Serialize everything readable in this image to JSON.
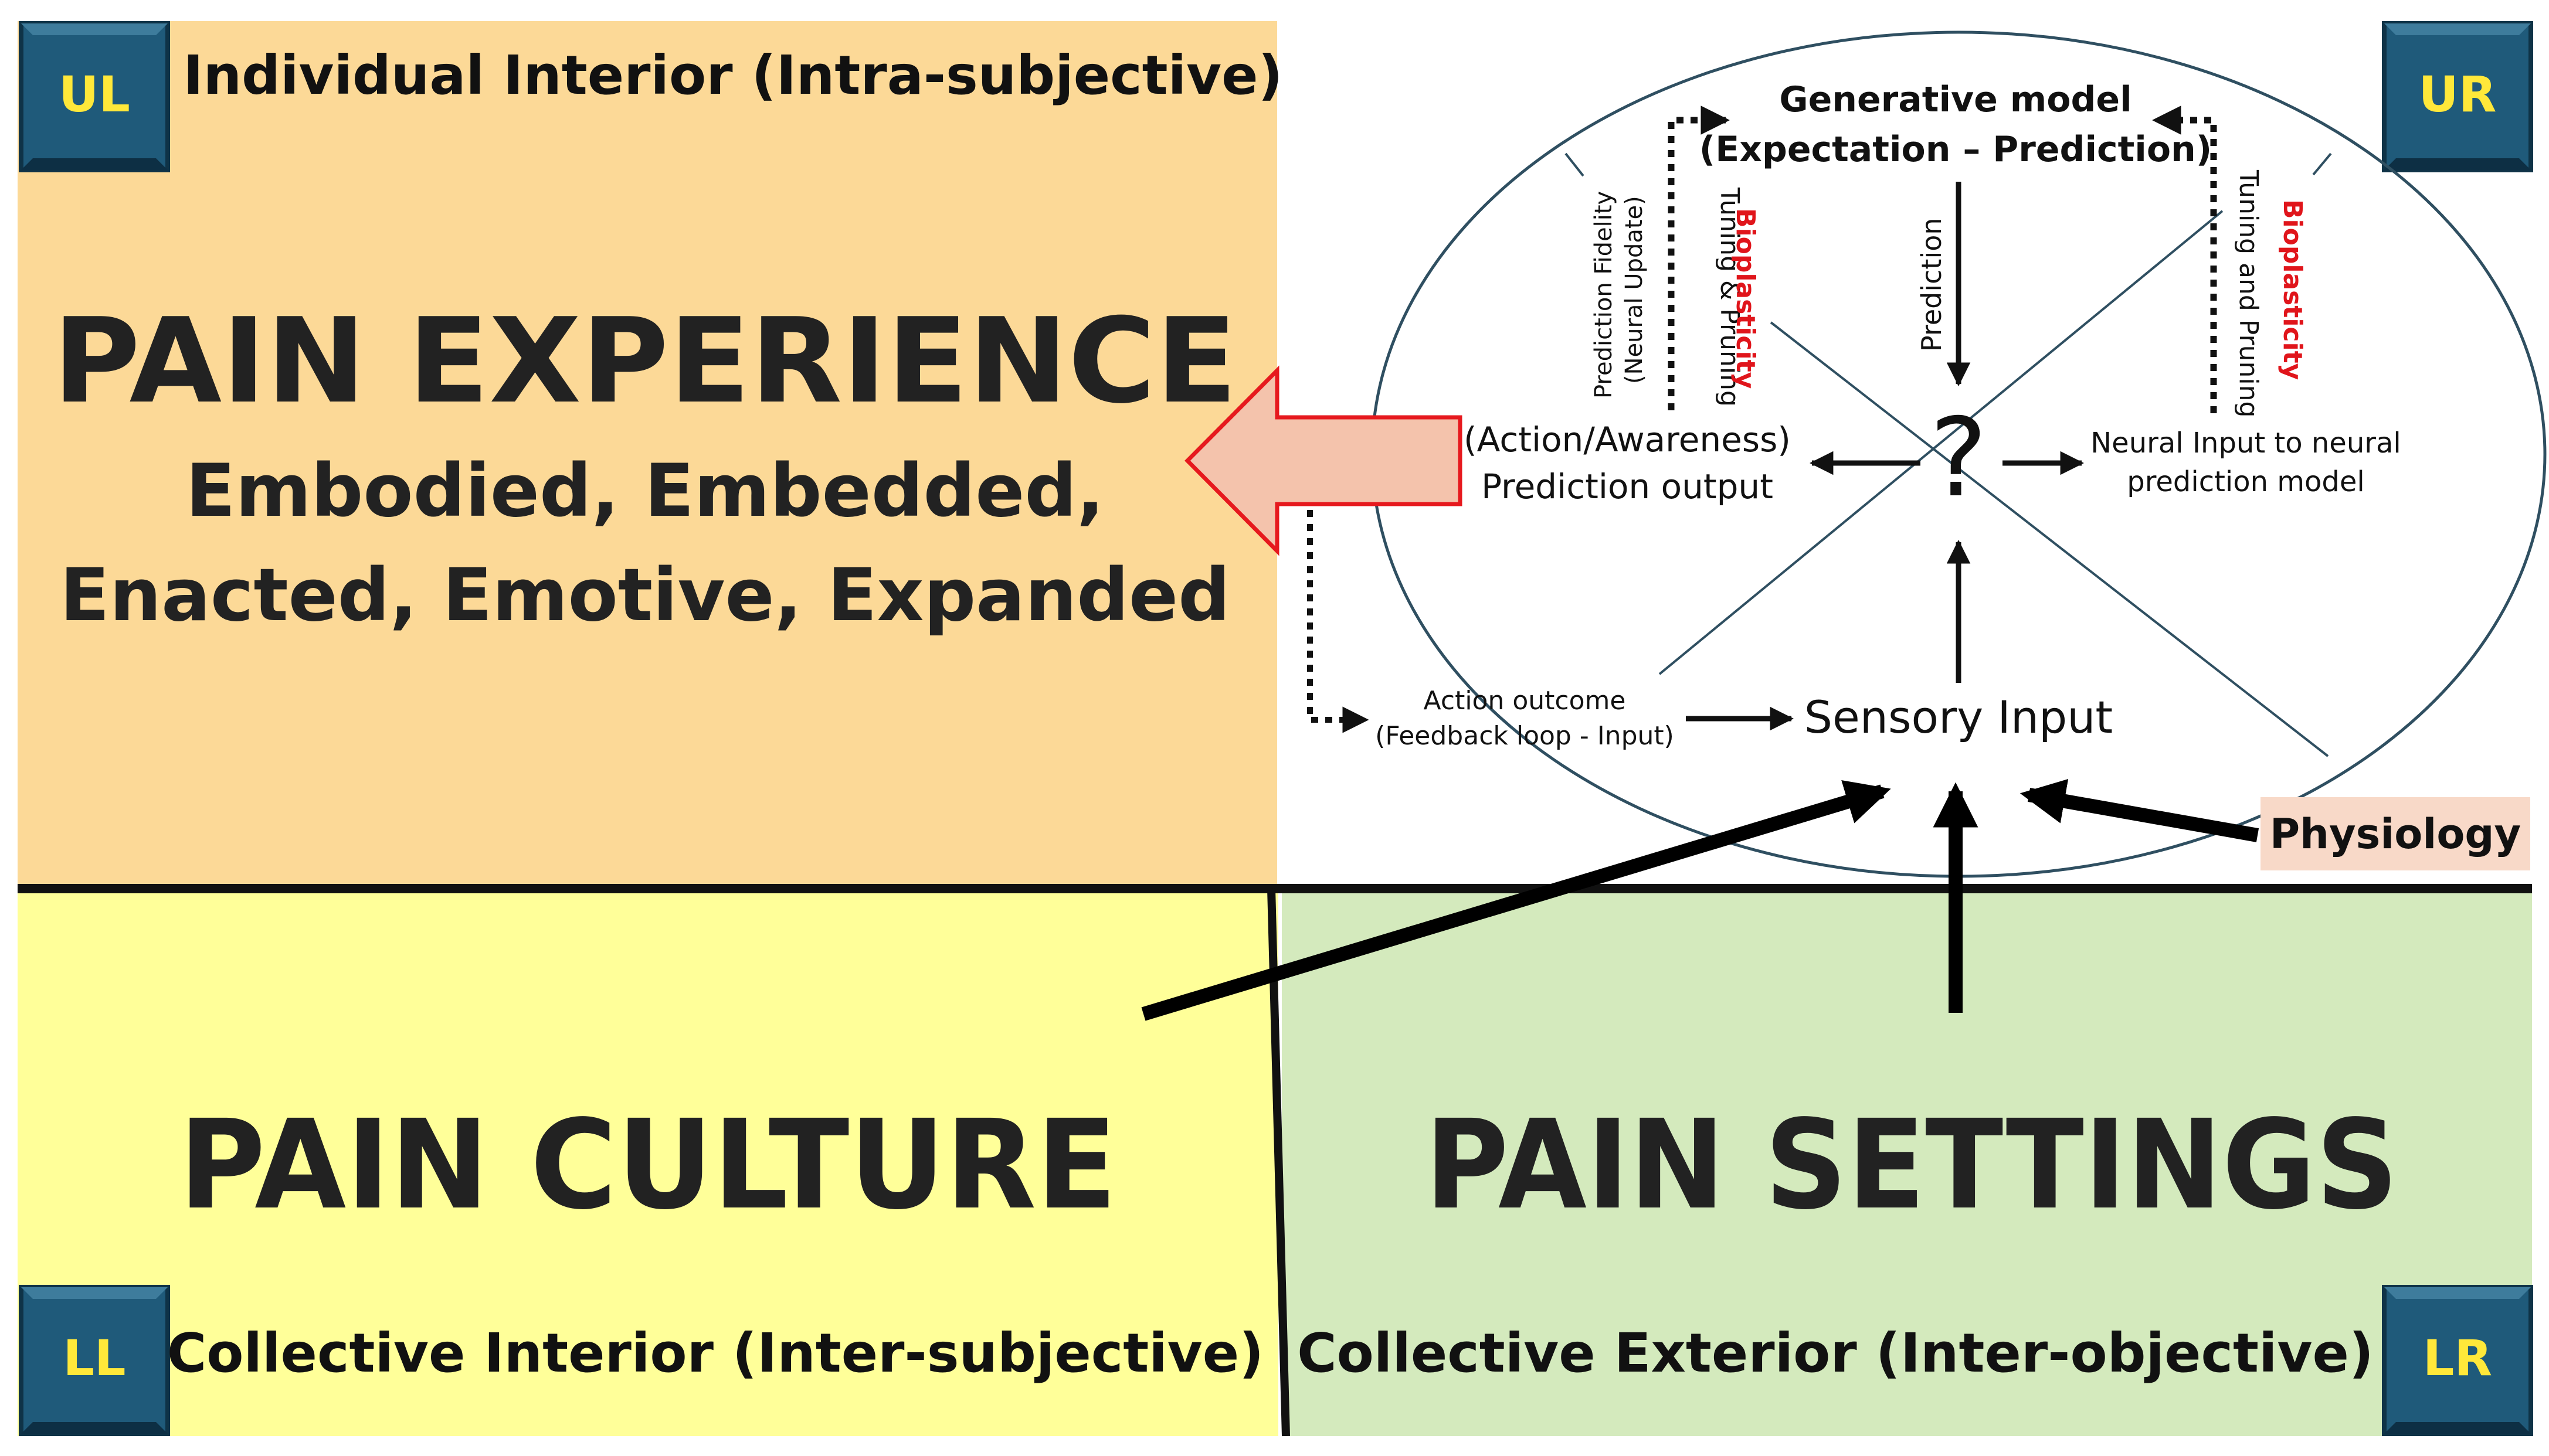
{
  "quadrants": {
    "ul": {
      "badge": "UL",
      "heading": "Individual Interior (Intra-subjective)",
      "title": "PAIN EXPERIENCE",
      "subtitle_line1": "Embodied, Embedded,",
      "subtitle_line2": "Enacted, Emotive, Expanded",
      "color": "#FCD997"
    },
    "ur": {
      "badge": "UR"
    },
    "ll": {
      "badge": "LL",
      "title": "PAIN CULTURE",
      "heading": "Collective Interior (Inter-subjective)",
      "color": "#FFFF99"
    },
    "lr": {
      "badge": "LR",
      "title": "PAIN SETTINGS",
      "heading": "Collective Exterior (Inter-objective)",
      "color": "#D4EABD"
    }
  },
  "model": {
    "generative_line1": "Generative model",
    "generative_line2": "(Expectation – Prediction)",
    "prediction_fidelity": "Prediction Fidelity",
    "neural_update": "(Neural Update)",
    "tuning_pruning_left": "Tuning & Pruning",
    "bioplasticity_left": "Bioplasticity",
    "prediction": "Prediction",
    "bioplasticity_right": "Bioplasticity",
    "tuning_pruning_right": "Tuning and Pruning",
    "action_awareness": "(Action/Awareness)",
    "prediction_output": "Prediction output",
    "question": "?",
    "neural_input_line1": "Neural Input to neural",
    "neural_input_line2": "prediction model",
    "action_outcome": "Action outcome",
    "feedback_loop": "(Feedback loop - Input)",
    "sensory_input": "Sensory Input",
    "physiology": "Physiology"
  },
  "colors": {
    "badge_fill": "#1F5A7A",
    "badge_text": "#FFE83A",
    "bioplasticity": "#E0151B",
    "physiology_fill": "#F8D9C8",
    "big_arrow_fill": "#F4C3AC",
    "big_arrow_stroke": "#E6191E",
    "ellipse_stroke": "#2F4F61"
  },
  "icons": {
    "experience_arrow": "arrow-left-icon",
    "sensory_arrows": "arrow-up-icon"
  }
}
